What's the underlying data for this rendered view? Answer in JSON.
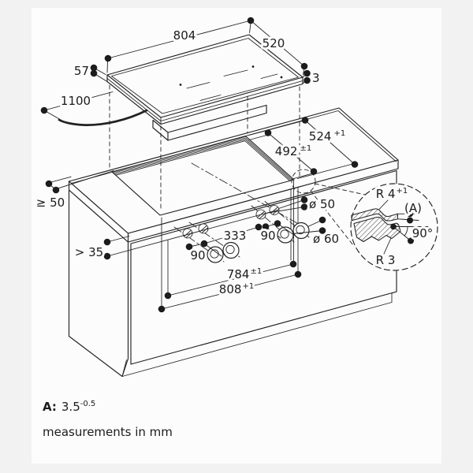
{
  "page": {
    "background": "#f2f2f2",
    "paper": "#fcfcfc",
    "ink": "#222222"
  },
  "cooktop": {
    "width": "804",
    "depth": "520",
    "height": "57",
    "glass_thickness": "3",
    "cable_length": "1100"
  },
  "worktop": {
    "cutout_depth_outer": {
      "value": "524",
      "tol": "+1"
    },
    "cutout_depth_inner": {
      "value": "492",
      "tol": "±1"
    },
    "rear_clearance": "≥ 50",
    "front_clearance": "> 35"
  },
  "front_panel": {
    "hole_diameter": "ø 50",
    "knob_diameter": "ø 60",
    "group_spacing": "333",
    "knob_spacing_left": "90",
    "knob_spacing_right": "90",
    "cutout_width_inner": {
      "value": "784",
      "tol": "±1"
    },
    "cutout_width_outer": {
      "value": "808",
      "tol": "+1"
    }
  },
  "detail": {
    "radius_top": {
      "value": "R 4",
      "tol": "+1"
    },
    "ref_label": "(A)",
    "angle": "90°",
    "radius_bottom": "R 3"
  },
  "notes": {
    "a_key": "A:",
    "a_value": "3.5",
    "a_tol": "-0.5",
    "units": "measurements in mm"
  }
}
